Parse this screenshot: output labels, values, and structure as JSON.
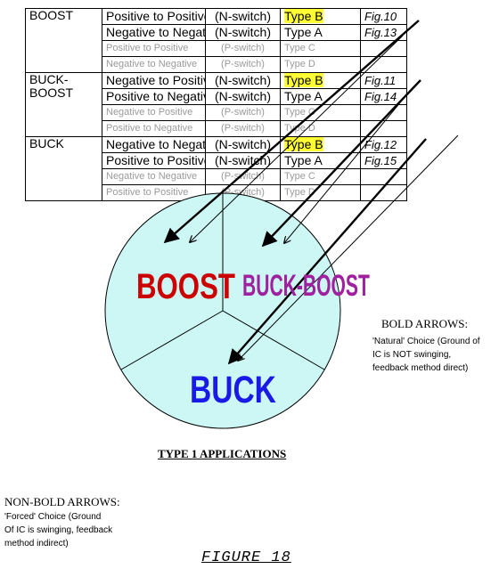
{
  "table": {
    "groups": [
      {
        "lines": [
          "BOOST"
        ],
        "rows": [
          {
            "dir": "Positive to Positive",
            "sw": "(N-switch)",
            "type": "Type B",
            "fig": "Fig.10",
            "bold": true,
            "hl": true
          },
          {
            "dir": "Negative to Negative",
            "sw": "(N-switch)",
            "type": "Type A",
            "fig": "Fig.13",
            "bold": true,
            "hl": false
          },
          {
            "dir": "Positive to Positive",
            "sw": "(P-switch)",
            "type": "Type C",
            "fig": "",
            "bold": false,
            "hl": false
          },
          {
            "dir": "Negative to Negative",
            "sw": "(P-switch)",
            "type": "Type D",
            "fig": "",
            "bold": false,
            "hl": false
          }
        ]
      },
      {
        "lines": [
          "BUCK-",
          "BOOST"
        ],
        "rows": [
          {
            "dir": "Negative to Positive",
            "sw": "(N-switch)",
            "type": "Type B",
            "fig": "Fig.11",
            "bold": true,
            "hl": true
          },
          {
            "dir": "Positive to Negative",
            "sw": "(N-switch)",
            "type": "Type A",
            "fig": "Fig.14",
            "bold": true,
            "hl": false
          },
          {
            "dir": "Negative to Positive",
            "sw": "(P-switch)",
            "type": "Type C",
            "fig": "",
            "bold": false,
            "hl": false
          },
          {
            "dir": "Positive to Negative",
            "sw": "(P-switch)",
            "type": "Type D",
            "fig": "",
            "bold": false,
            "hl": false
          }
        ]
      },
      {
        "lines": [
          "BUCK"
        ],
        "rows": [
          {
            "dir": "Negative to Negative",
            "sw": "(N-switch)",
            "type": "Type B",
            "fig": "Fig.12",
            "bold": true,
            "hl": true
          },
          {
            "dir": "Positive to Positive",
            "sw": "(N-switch)",
            "type": "Type A",
            "fig": "Fig.15",
            "bold": true,
            "hl": false
          },
          {
            "dir": "Negative to Negative",
            "sw": "(P-switch)",
            "type": "Type C",
            "fig": "",
            "bold": false,
            "hl": false
          },
          {
            "dir": "Positive to Positive",
            "sw": "(P-switch)",
            "type": "Type D",
            "fig": "",
            "bold": false,
            "hl": false
          }
        ]
      }
    ]
  },
  "pie": {
    "segments": {
      "boost": {
        "label": "BOOST",
        "color": "#cc0000"
      },
      "buck_boost": {
        "label": "BUCK-BOOST",
        "color": "#a020a0"
      },
      "buck": {
        "label": "BUCK",
        "color": "#1a1ae6"
      }
    },
    "fill_color": "#ccf7f5"
  },
  "legend": {
    "bold_title": "BOLD ARROWS:",
    "bold_note": [
      "'Natural' Choice (Ground of",
      "IC is NOT swinging,",
      "feedback method direct)"
    ],
    "nonbold_title": "NON-BOLD ARROWS:",
    "nonbold_note": [
      "'Forced' Choice (Ground",
      "Of IC is swinging, feedback",
      "method indirect)"
    ]
  },
  "applications_title": "TYPE 1  APPLICATIONS",
  "figure_title": "FIGURE  18",
  "highlight_color": "#ffff33"
}
